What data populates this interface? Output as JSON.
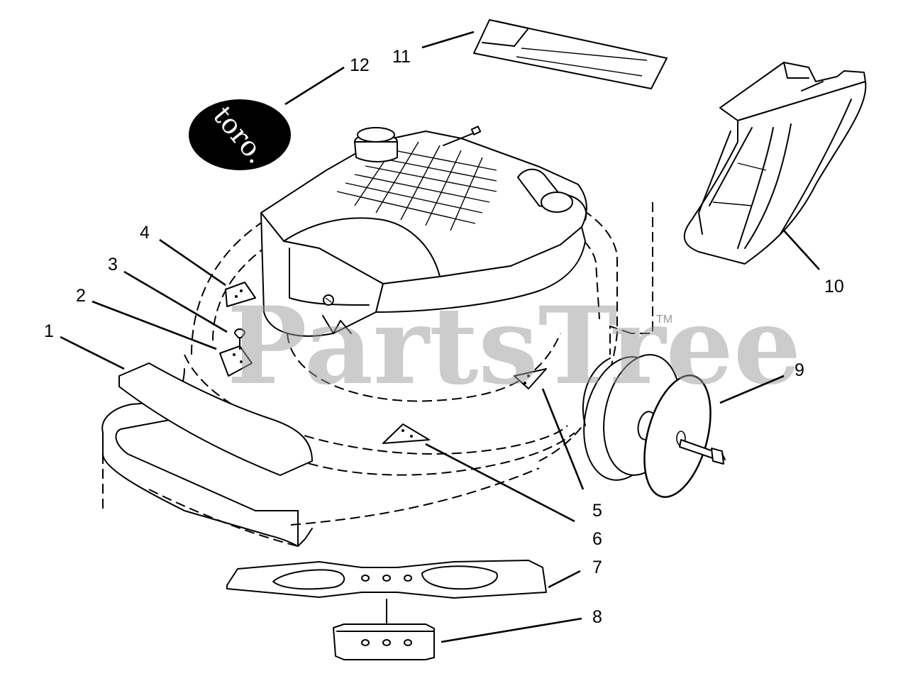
{
  "diagram": {
    "callouts": [
      "1",
      "2",
      "3",
      "4",
      "5",
      "6",
      "7",
      "8",
      "9",
      "10",
      "11",
      "12"
    ],
    "watermark": "PartsTree",
    "trademark": "TM",
    "logo_text": "toro."
  }
}
